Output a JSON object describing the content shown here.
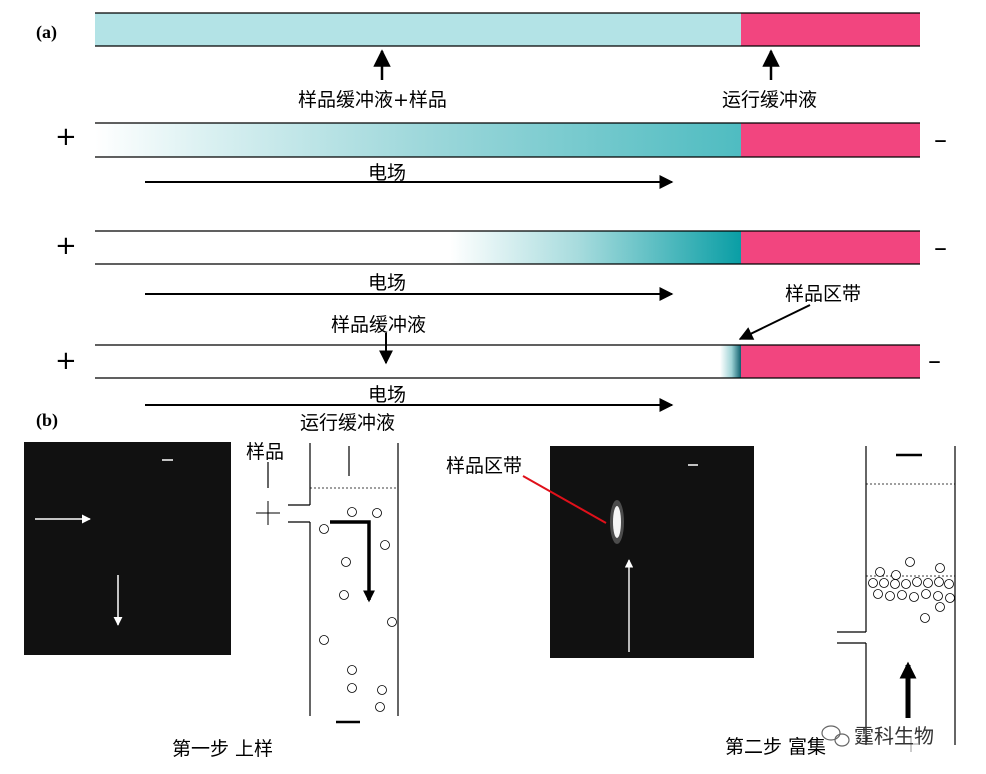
{
  "panel_a": {
    "label": "(a)",
    "row1": {
      "label_left": "样品缓冲液+样品",
      "label_right": "运行缓冲液"
    },
    "row2": {
      "plus": "+",
      "minus": "–",
      "field": "电场"
    },
    "row3": {
      "plus": "+",
      "minus": "–",
      "field": "电场",
      "zone_label": "样品区带"
    },
    "row4": {
      "plus": "+",
      "minus": "–",
      "field": "电场",
      "buffer_label": "样品缓冲液"
    }
  },
  "panel_b": {
    "label": "(b)",
    "step1": {
      "sample_label": "样品",
      "buffer_label": "运行缓冲液",
      "caption": "第一步  上样"
    },
    "step2": {
      "zone_label": "样品区带",
      "caption": "第二步  富集"
    },
    "watermark": "霆科生物"
  },
  "colors": {
    "sample_buffer": "#b3e3e6",
    "running_buffer": "#f2457f",
    "teal_dark": "#0aa0a6",
    "annotation_red": "#e0101a"
  }
}
